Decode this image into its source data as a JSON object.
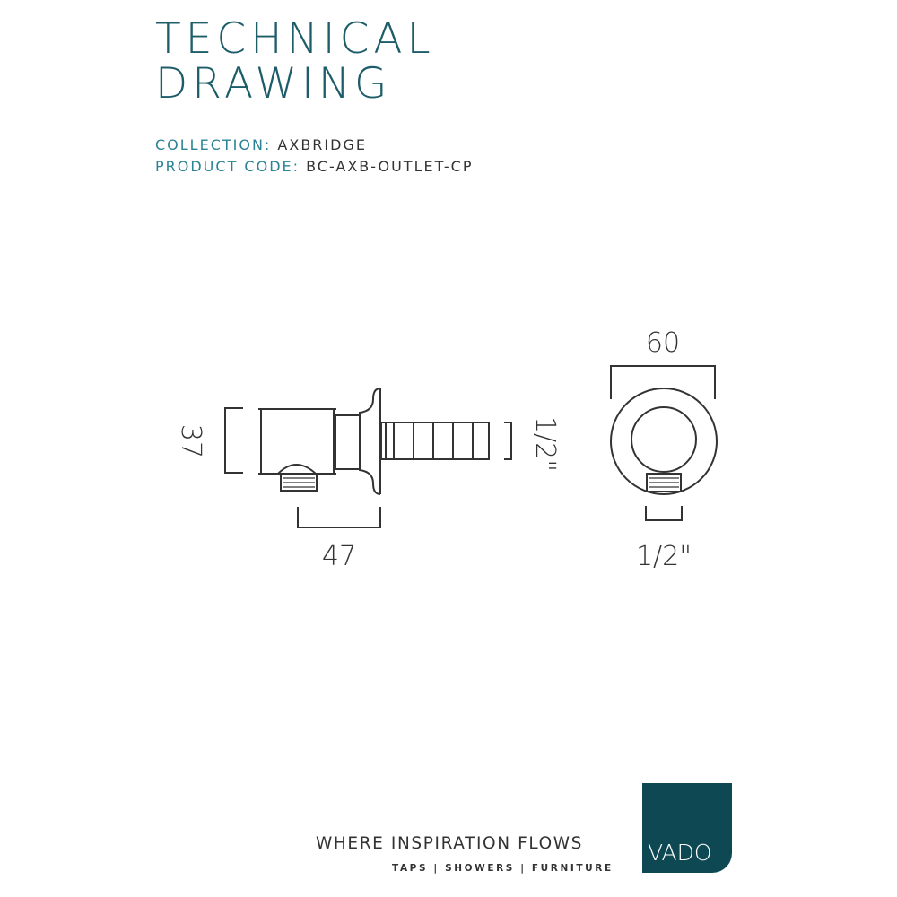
{
  "header": {
    "title_line1": "TECHNICAL",
    "title_line2": "DRAWING",
    "collection_label": "COLLECTION:",
    "collection_value": "AXBRIDGE",
    "product_code_label": "PRODUCT CODE:",
    "product_code_value": "BC-AXB-OUTLET-CP"
  },
  "drawing": {
    "side_view": {
      "height_dim": "37",
      "depth_dim": "47",
      "thread_dim": "1/2\""
    },
    "front_view": {
      "width_dim": "60",
      "thread_dim": "1/2\""
    }
  },
  "footer": {
    "tagline": "WHERE INSPIRATION FLOWS",
    "categories": "TAPS | SHOWERS | FURNITURE",
    "logo_text": "VADO"
  },
  "colors": {
    "brand_teal": "#0e4853",
    "title_teal": "#1d5d69",
    "label_teal": "#2a8394"
  }
}
